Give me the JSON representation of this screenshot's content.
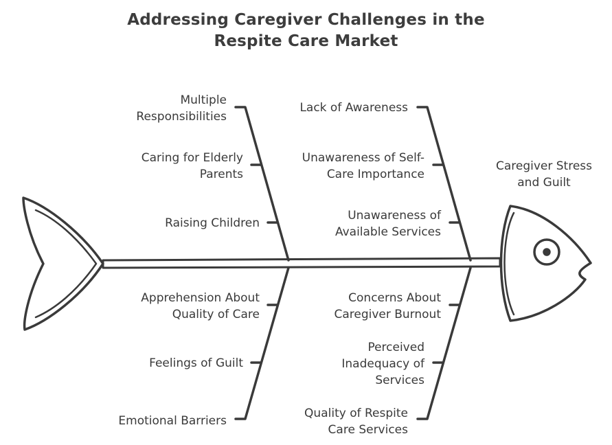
{
  "title": {
    "line1": "Addressing Caregiver Challenges in the",
    "line2": "Respite Care Market"
  },
  "effect": {
    "line1": "Caregiver Stress",
    "line2": "and Guilt"
  },
  "causes": {
    "top_left": [
      {
        "line1": "Multiple",
        "line2": "Responsibilities"
      },
      {
        "line1": "Caring for Elderly",
        "line2": "Parents"
      },
      {
        "line1": "Raising Children"
      }
    ],
    "top_right": [
      {
        "line1": "Lack of Awareness"
      },
      {
        "line1": "Unawareness of Self-",
        "line2": "Care Importance"
      },
      {
        "line1": "Unawareness of",
        "line2": "Available Services"
      }
    ],
    "bottom_left": [
      {
        "line1": "Apprehension About",
        "line2": "Quality of Care"
      },
      {
        "line1": "Feelings of Guilt"
      },
      {
        "line1": "Emotional Barriers"
      }
    ],
    "bottom_right": [
      {
        "line1": "Concerns About",
        "line2": "Caregiver Burnout"
      },
      {
        "line1": "Perceived",
        "line2": "Inadequacy of",
        "line3": "Services"
      },
      {
        "line1": "Quality of Respite",
        "line2": "Care Services"
      }
    ]
  },
  "colors": {
    "stroke": "#3a3a3a",
    "background": "#ffffff"
  }
}
